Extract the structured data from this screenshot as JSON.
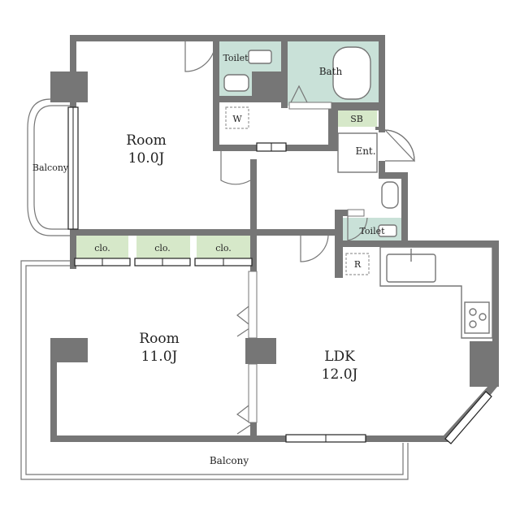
{
  "rooms": {
    "room_north_name": "Room",
    "room_north_size": "10.0J",
    "room_south_name": "Room",
    "room_south_size": "11.0J",
    "ldk_name": "LDK",
    "ldk_size": "12.0J"
  },
  "spaces": {
    "toilet_upper": "Toilet",
    "bath": "Bath",
    "washer": "W",
    "shoe_box": "SB",
    "entrance": "Ent.",
    "toilet_lower": "Toilet",
    "fridge": "R",
    "closet_1": "clo.",
    "closet_2": "clo.",
    "closet_3": "clo."
  },
  "balconies": {
    "west": "Balcony",
    "south": "Balcony"
  },
  "colors": {
    "wall": "#767676",
    "wet_area": "#c9e1d8",
    "closet": "#d6e8c9"
  }
}
